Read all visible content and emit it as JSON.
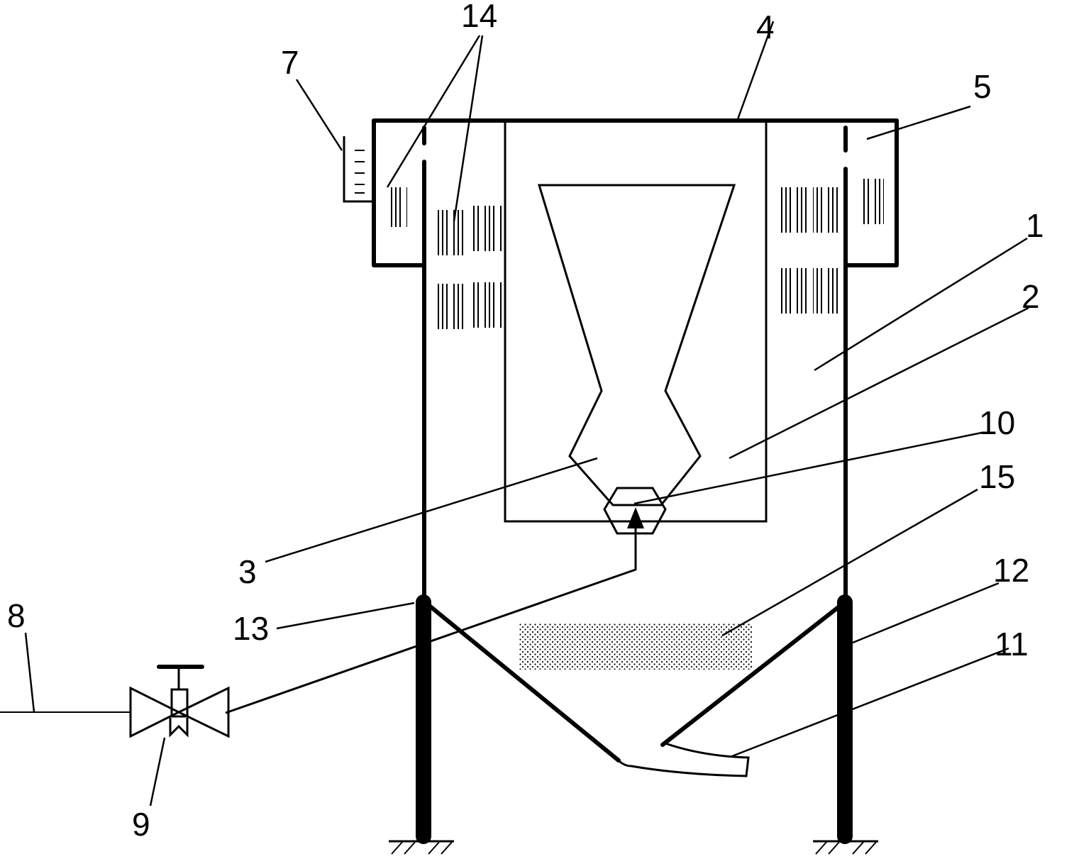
{
  "labels": {
    "l1": "1",
    "l2": "2",
    "l3": "3",
    "l4": "4",
    "l5": "5",
    "l7": "7",
    "l8": "8",
    "l9": "9",
    "l10": "10",
    "l11": "11",
    "l12": "12",
    "l13": "13",
    "l14": "14",
    "l15": "15"
  }
}
